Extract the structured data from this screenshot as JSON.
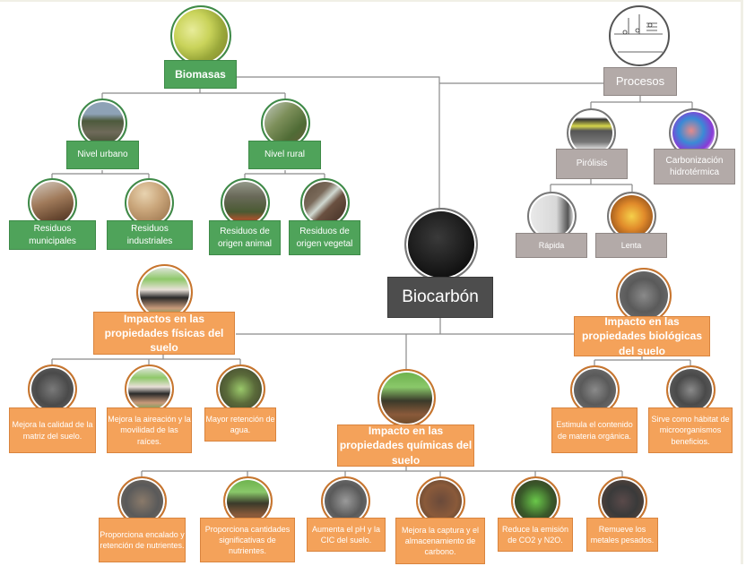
{
  "diagram": {
    "root": {
      "label": "Biocarbón",
      "image": "charcoal-photo"
    },
    "biomasas": {
      "label": "Biomasas",
      "image": "fruit-biomass-photo",
      "urbano": {
        "label": "Nivel urbano",
        "image": "city-photo",
        "children": [
          {
            "label": "Residuos municipales",
            "image": "municipal-waste-photo"
          },
          {
            "label": "Residuos industriales",
            "image": "industrial-waste-photo"
          }
        ]
      },
      "rural": {
        "label": "Nivel rural",
        "image": "rural-path-photo",
        "children": [
          {
            "label": "Residuos de origen animal",
            "image": "poultry-photo"
          },
          {
            "label": "Residuos de origen vegetal",
            "image": "plant-debris-photo"
          }
        ]
      }
    },
    "procesos": {
      "label": "Procesos",
      "image": "process-schematic",
      "pirolisis": {
        "label": "Pirólisis",
        "image": "pyrolysis-reactor",
        "children": [
          {
            "label": "Rápida",
            "image": "furnace-photo"
          },
          {
            "label": "Lenta",
            "image": "fire-photo"
          }
        ]
      },
      "htc": {
        "label": "Carbonización hidrotérmica",
        "image": "htc-reactor-3d"
      }
    },
    "fisicas": {
      "label": "Impactos en las propiedades físicas del suelo",
      "image": "seedling-root-photo",
      "children": [
        {
          "label": "Mejora la calidad de la matriz del suelo.",
          "image": "soil-matrix-photo"
        },
        {
          "label": "Mejora la aireación y la movilidad de las raíces.",
          "image": "seedling-root-photo"
        },
        {
          "label": "Mayor retención de agua.",
          "image": "seedling-tray-photo"
        }
      ]
    },
    "quimicas": {
      "label": "Impacto en las propiedades químicas del suelo",
      "image": "plant-sprout-photo",
      "children": [
        {
          "label": "Proporciona encalado y retención de nutrientes.",
          "image": "soil-photo"
        },
        {
          "label": "Proporciona cantidades significativas de nutrientes.",
          "image": "plant-sprout-photo"
        },
        {
          "label": "Aumenta el pH y la CIC del suelo.",
          "image": "gravel-soil-photo"
        },
        {
          "label": "Mejora la captura y el almacenamiento de carbono.",
          "image": "red-soil-photo"
        },
        {
          "label": "Reduce la emisión de CO2 y N2O.",
          "image": "green-sprout-photo"
        },
        {
          "label": "Remueve los metales pesados.",
          "image": "dark-soil-photo"
        }
      ]
    },
    "biologicas": {
      "label": "Impacto en las propiedades biológicas del suelo",
      "image": "organic-soil-photo",
      "children": [
        {
          "label": "Estimula el contenido de materia orgánica.",
          "image": "organic-soil-photo"
        },
        {
          "label": "Sirve como hábitat de microorganismos beneficios.",
          "image": "organic-soil-photo"
        }
      ]
    },
    "colors": {
      "green": "#4fa35a",
      "gray": "#b3aaa8",
      "orange": "#f4a25a",
      "dark": "#4d4d4d",
      "connector": "#8a8a8a"
    }
  }
}
